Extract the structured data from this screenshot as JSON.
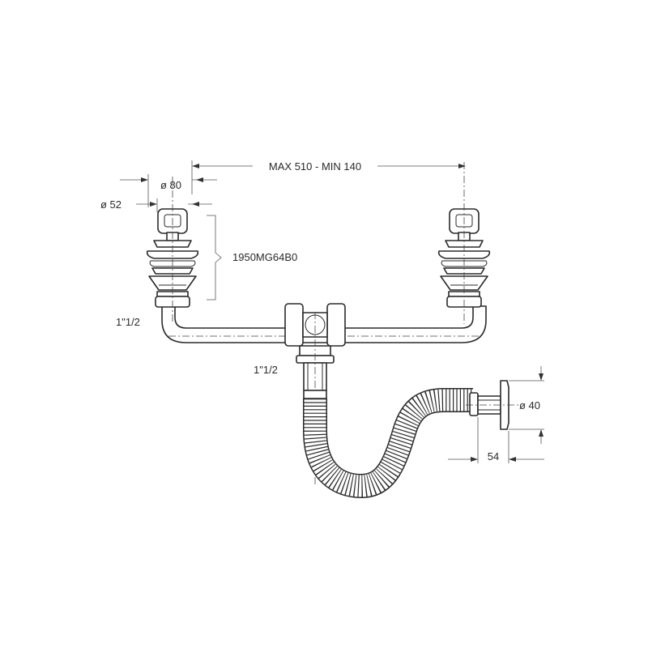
{
  "dimensions": {
    "span_label": "MAX 510 - MIN 140",
    "outer_diameter_label": "ø 80",
    "inner_diameter_label": "ø 52",
    "waste_code_label": "1950MG64B0",
    "left_thread_label": "1\"1/2",
    "center_thread_label": "1\"1/2",
    "outlet_diameter_label": "ø 40",
    "outlet_length_label": "54"
  }
}
